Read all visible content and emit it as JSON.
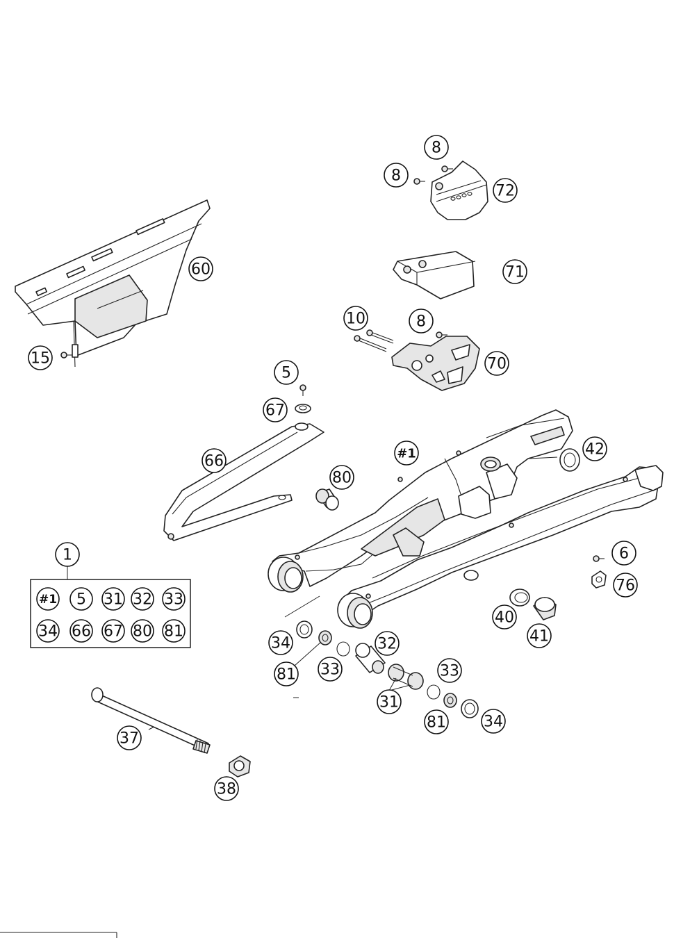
{
  "callouts": [
    {
      "id": "c8a",
      "label": "8"
    },
    {
      "id": "c8b",
      "label": "8"
    },
    {
      "id": "c72",
      "label": "72"
    },
    {
      "id": "c60",
      "label": "60"
    },
    {
      "id": "c71",
      "label": "71"
    },
    {
      "id": "c10",
      "label": "10"
    },
    {
      "id": "c8c",
      "label": "8"
    },
    {
      "id": "c70",
      "label": "70"
    },
    {
      "id": "c15",
      "label": "15"
    },
    {
      "id": "c5",
      "label": "5"
    },
    {
      "id": "c67",
      "label": "67"
    },
    {
      "id": "c66",
      "label": "66"
    },
    {
      "id": "cH1",
      "label": "#1"
    },
    {
      "id": "c42",
      "label": "42"
    },
    {
      "id": "c80",
      "label": "80"
    },
    {
      "id": "c1",
      "label": "1"
    },
    {
      "id": "c6",
      "label": "6"
    },
    {
      "id": "c76",
      "label": "76"
    },
    {
      "id": "c40",
      "label": "40"
    },
    {
      "id": "c41",
      "label": "41"
    },
    {
      "id": "c34a",
      "label": "34"
    },
    {
      "id": "c32",
      "label": "32"
    },
    {
      "id": "c81a",
      "label": "81"
    },
    {
      "id": "c33a",
      "label": "33"
    },
    {
      "id": "c33b",
      "label": "33"
    },
    {
      "id": "c31",
      "label": "31"
    },
    {
      "id": "c81b",
      "label": "81"
    },
    {
      "id": "c34b",
      "label": "34"
    },
    {
      "id": "c37",
      "label": "37"
    },
    {
      "id": "c38",
      "label": "38"
    }
  ],
  "kit": {
    "title": "1",
    "row1": [
      "#1",
      "5",
      "31",
      "32",
      "33"
    ],
    "row2": [
      "34",
      "66",
      "67",
      "80",
      "81"
    ]
  }
}
